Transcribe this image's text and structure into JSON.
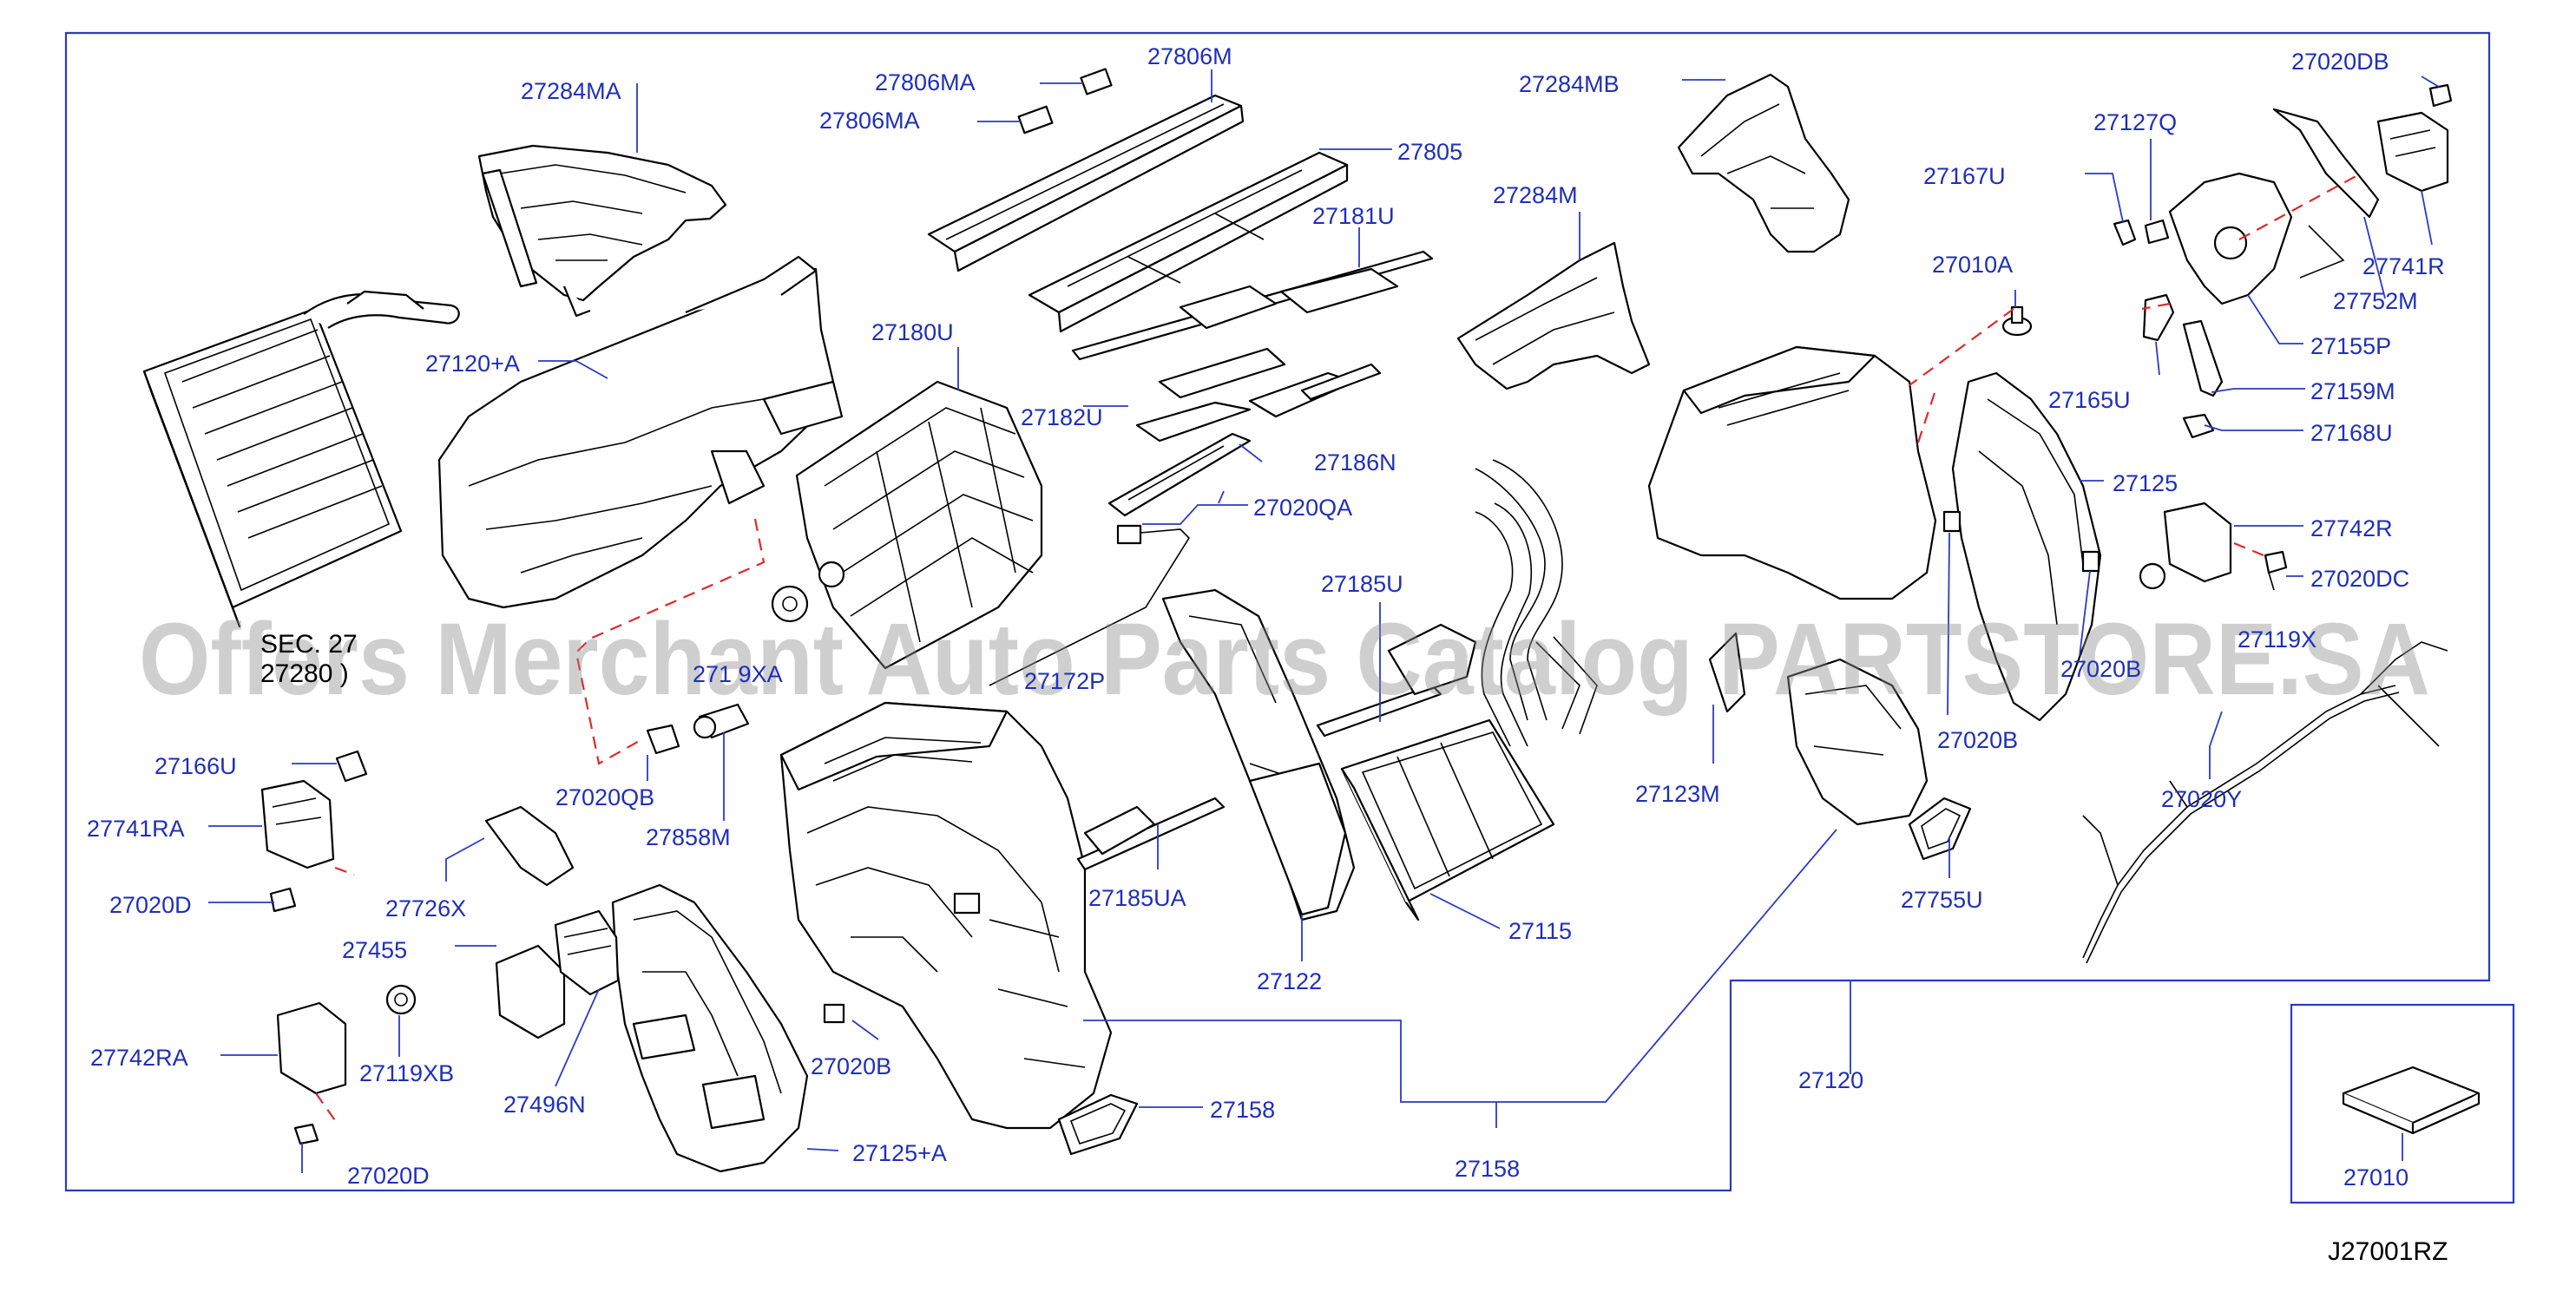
{
  "diagram": {
    "reference_code": "J27001RZ",
    "watermark": "Offers Merchant Auto Parts Catalog PARTSTORE.SA",
    "partial_labels": {
      "sec": "SEC. 27",
      "sec_sub": "27280 )",
      "a119": "271 9XA",
      "a172": "27172P",
      "b020": "27020B",
      "b119x": "27119X"
    },
    "callouts": [
      "27284MA",
      "27806MA",
      "27806M",
      "27806MA",
      "27805",
      "27284MB",
      "27020DB",
      "27120+A",
      "27180U",
      "27181U",
      "27182U",
      "27186N",
      "27020QA",
      "27284M",
      "27127Q",
      "27167U",
      "27010A",
      "27741R",
      "27752M",
      "27155P",
      "27165U",
      "27159M",
      "27168U",
      "27125",
      "27742R",
      "27020DC",
      "27185U",
      "27020B",
      "27123M",
      "27020Y",
      "27166U",
      "27741RA",
      "27020D",
      "27726X",
      "27020QB",
      "27858M",
      "27185UA",
      "27122",
      "27115",
      "27158",
      "27455",
      "27742RA",
      "27119XB",
      "27496N",
      "27020B",
      "27125+A",
      "27158",
      "27120",
      "27010",
      "27755U",
      "27020D"
    ]
  }
}
